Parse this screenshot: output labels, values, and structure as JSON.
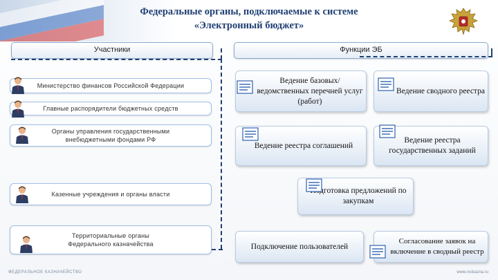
{
  "title": {
    "line1": "Федеральные органы, подключаемые к системе",
    "line2": "«Электронный бюджет»"
  },
  "columns": {
    "participants": "Участники",
    "functions": "Функции ЭБ"
  },
  "participants": [
    "Министерство финансов Российской Федерации",
    "Главные распорядители бюджетных средств",
    "Органы управления государственными внебюджетными фондами РФ",
    "Казенные учреждения и органы власти",
    "Территориальные органы Федерального казначейства"
  ],
  "functions": [
    "Ведение базовых/ведомственных перечней услуг (работ)",
    "Ведение сводного реестра",
    "Ведение реестра соглашений",
    "Ведение реестра государственных заданий",
    "Подготовка предложений по закупкам",
    "Подключение пользователей",
    "Согласование заявок на включение в сводный реестр"
  ],
  "icons": {
    "emblem": "eagle-emblem-icon",
    "person": "person-icon",
    "document": "document-icon"
  },
  "footer": {
    "left": "ФЕДЕРАЛЬНОЕ КАЗНАЧЕЙСТВО",
    "right": "www.roskazna.ru"
  },
  "colors": {
    "title": "#1f3f73",
    "accent_border": "#9fbee6",
    "dashed_lines": "#1f3f73"
  }
}
